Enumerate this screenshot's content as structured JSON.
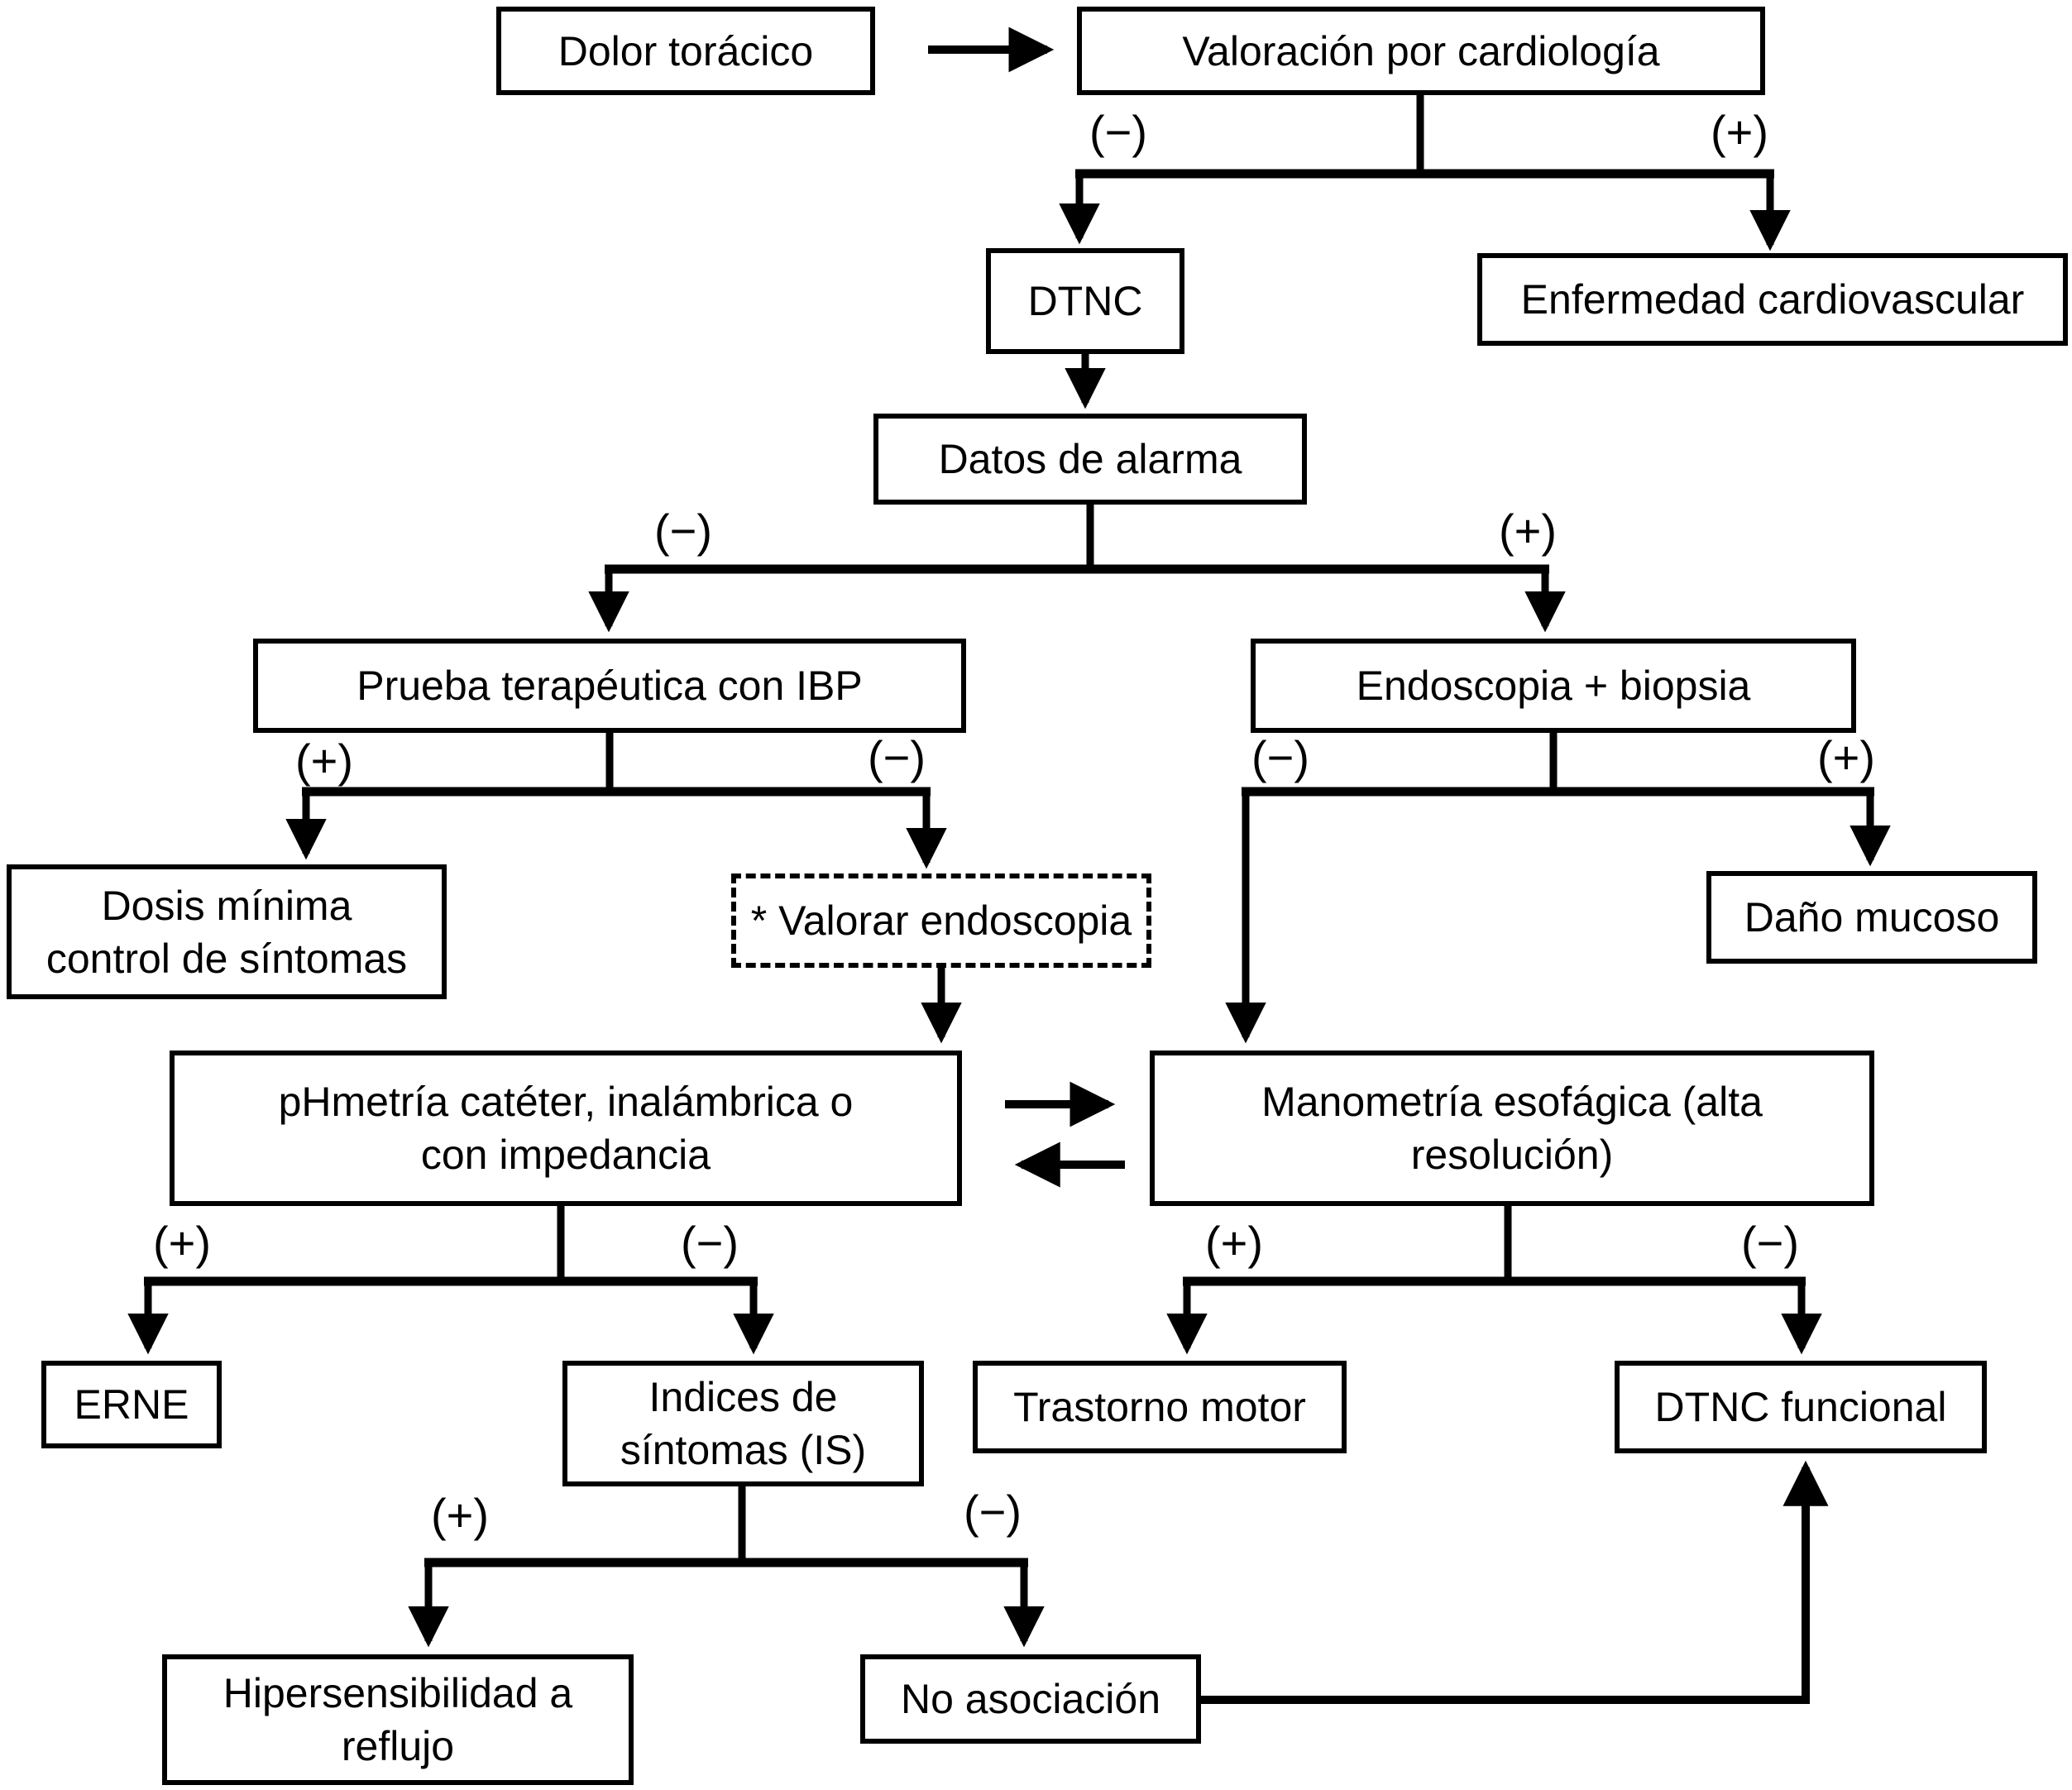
{
  "diagram_type": "flowchart",
  "language": "es",
  "colors": {
    "background": "#ffffff",
    "line": "#000000",
    "box_border": "#000000",
    "text": "#000000"
  },
  "nodes": {
    "dolor_toracico": "Dolor torácico",
    "valoracion_cardiologia": "Valoración por cardiología",
    "dtnc": "DTNC",
    "enfermedad_cardiovascular": "Enfermedad cardiovascular",
    "datos_de_alarma": "Datos de alarma",
    "prueba_ibp": "Prueba terapéutica con IBP",
    "endoscopia_biopsia": "Endoscopia + biopsia",
    "dosis_minima": "Dosis mínima\ncontrol de síntomas",
    "valorar_endoscopia": "* Valorar endoscopia",
    "dano_mucoso": "Daño mucoso",
    "phmetria": "pHmetría catéter, inalámbrica o\ncon impedancia",
    "manometria": "Manometría esofágica (alta\nresolución)",
    "erne": "ERNE",
    "indices_sintomas": "Indices de\nsíntomas (IS)",
    "trastorno_motor": "Trastorno motor",
    "dtnc_funcional": "DTNC funcional",
    "hipersensibilidad": "Hipersensibilidad a\nreflujo",
    "no_asociacion": "No asociación"
  },
  "branches": {
    "valoracion_neg": "(−)",
    "valoracion_pos": "(+)",
    "alarma_neg": "(−)",
    "alarma_pos": "(+)",
    "ibp_pos": "(+)",
    "ibp_neg": "(−)",
    "endoscopia_neg": "(−)",
    "endoscopia_pos": "(+)",
    "phmetria_pos": "(+)",
    "phmetria_neg": "(−)",
    "manometria_pos": "(+)",
    "manometria_neg": "(−)",
    "indices_pos": "(+)",
    "indices_neg": "(−)"
  }
}
